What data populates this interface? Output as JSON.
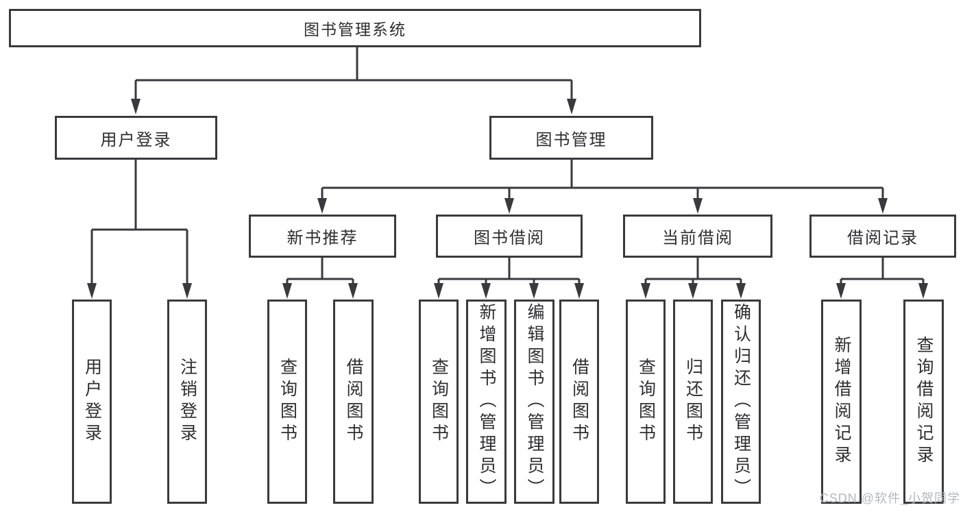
{
  "colors": {
    "line": "#3a3a3c",
    "text": "#2e2e30",
    "background": "#ffffff",
    "watermark": "#b4b7bd"
  },
  "watermark": {
    "text": "CSDN @软件_小贺同学"
  },
  "nodes": {
    "root": {
      "label": "图书管理系统"
    },
    "user_login": {
      "label": "用户登录"
    },
    "book_mgmt": {
      "label": "图书管理"
    },
    "new_book_rec": {
      "label": "新书推荐"
    },
    "book_borrow": {
      "label": "图书借阅"
    },
    "current_borrow": {
      "label": "当前借阅"
    },
    "borrow_record": {
      "label": "借阅记录"
    },
    "leaf_user_login": {
      "label": "用户登录"
    },
    "leaf_logout": {
      "label": "注销登录"
    },
    "leaf_rec_query": {
      "label": "查询图书"
    },
    "leaf_rec_borrow": {
      "label": "借阅图书"
    },
    "leaf_bb_query": {
      "label": "查询图书"
    },
    "leaf_bb_add": {
      "label": "新增图书（管理员）"
    },
    "leaf_bb_edit": {
      "label": "编辑图书（管理员）"
    },
    "leaf_bb_borrow": {
      "label": "借阅图书"
    },
    "leaf_cb_query": {
      "label": "查询图书"
    },
    "leaf_cb_return": {
      "label": "归还图书"
    },
    "leaf_cb_confirm": {
      "label": "确认归还（管理员）"
    },
    "leaf_br_add": {
      "label": "新增借阅记录"
    },
    "leaf_br_query": {
      "label": "查询借阅记录"
    }
  },
  "hierarchy": {
    "图书管理系统": [
      "用户登录",
      "图书管理"
    ],
    "用户登录": [
      "用户登录",
      "注销登录"
    ],
    "图书管理": [
      "新书推荐",
      "图书借阅",
      "当前借阅",
      "借阅记录"
    ],
    "新书推荐": [
      "查询图书",
      "借阅图书"
    ],
    "图书借阅": [
      "查询图书",
      "新增图书（管理员）",
      "编辑图书（管理员）",
      "借阅图书"
    ],
    "当前借阅": [
      "查询图书",
      "归还图书",
      "确认归还（管理员）"
    ],
    "借阅记录": [
      "新增借阅记录",
      "查询借阅记录"
    ]
  }
}
